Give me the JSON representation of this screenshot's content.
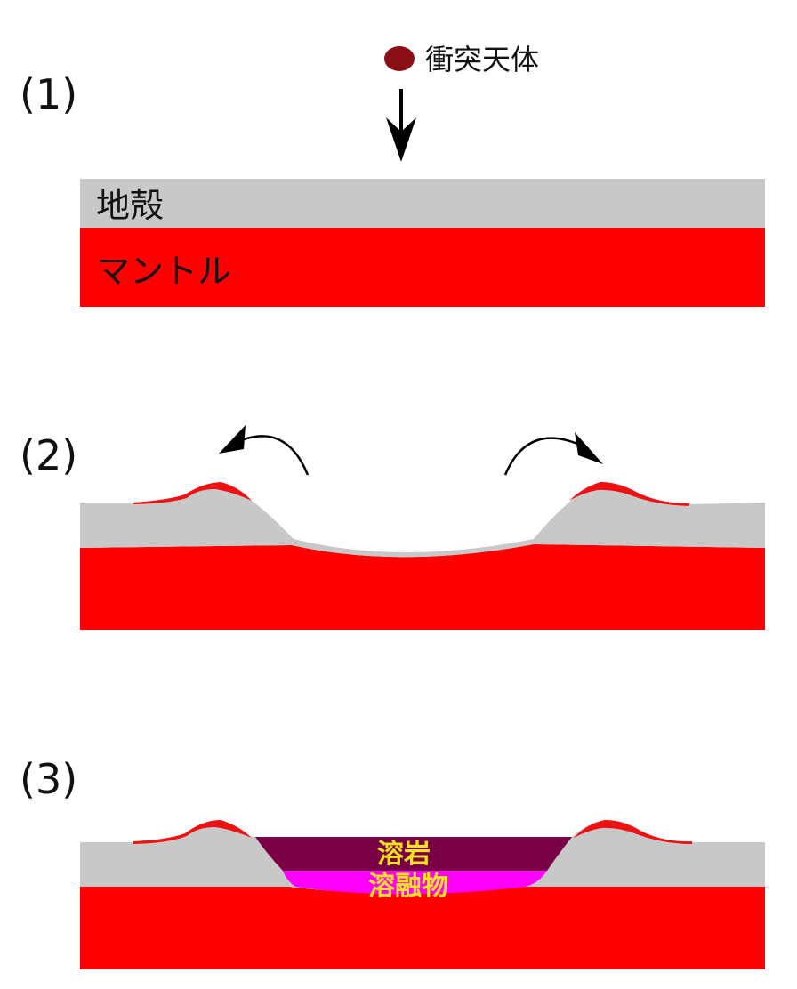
{
  "steps": [
    {
      "label": "(1)"
    },
    {
      "label": "(2)"
    },
    {
      "label": "(3)"
    }
  ],
  "impactor": {
    "label": "衝突天体",
    "color": "#8a0f16"
  },
  "layers": {
    "crust": {
      "label": "地殻",
      "color": "#c8c8c8"
    },
    "mantle": {
      "label": "マントル",
      "color": "#ff0000"
    }
  },
  "crater_fill": {
    "lava": {
      "label": "溶岩",
      "color": "#7a0046"
    },
    "melt": {
      "label": "溶融物",
      "color": "#ff00ff"
    }
  },
  "ejecta_color": "#ee1111",
  "arrow_color": "#000000"
}
